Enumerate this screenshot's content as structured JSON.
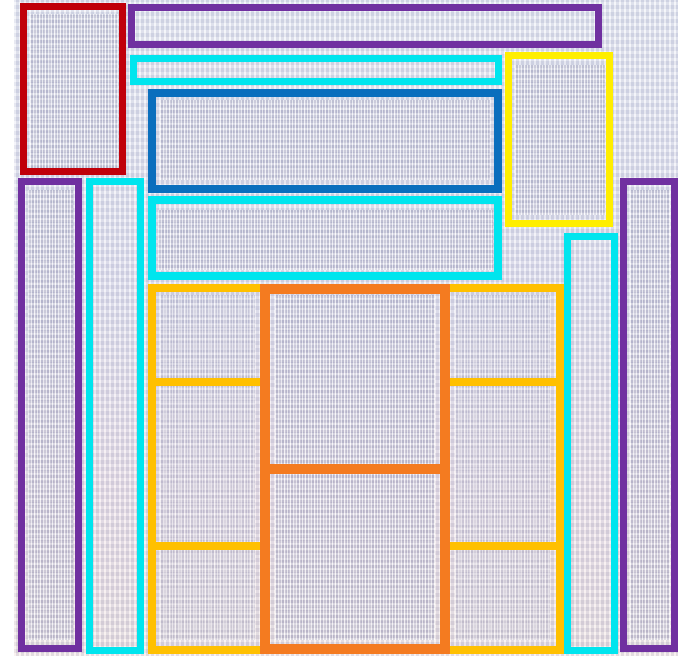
{
  "diagram": {
    "description_visible_text": "",
    "colors": {
      "red": "#c0000a",
      "purple": "#7030a0",
      "cyan": "#00e5ee",
      "blue": "#0a6ebd",
      "yellow": "#ffee00",
      "orange": "#f47b20",
      "amber": "#ffc000"
    },
    "regions": [
      {
        "id": "red-block",
        "color": "red"
      },
      {
        "id": "top-purple-strip",
        "color": "purple"
      },
      {
        "id": "top-cyan-strip",
        "color": "cyan"
      },
      {
        "id": "blue-block",
        "color": "blue"
      },
      {
        "id": "yellow-block",
        "color": "yellow"
      },
      {
        "id": "mid-cyan-block",
        "color": "cyan"
      },
      {
        "id": "left-purple-column",
        "color": "purple"
      },
      {
        "id": "left-cyan-column",
        "color": "cyan"
      },
      {
        "id": "right-cyan-column",
        "color": "cyan"
      },
      {
        "id": "right-purple-column",
        "color": "purple"
      },
      {
        "id": "core-grid-left-top",
        "color": "amber"
      },
      {
        "id": "core-grid-left-mid",
        "color": "amber"
      },
      {
        "id": "core-grid-left-bottom",
        "color": "amber"
      },
      {
        "id": "core-grid-right-top",
        "color": "amber"
      },
      {
        "id": "core-grid-right-mid",
        "color": "amber"
      },
      {
        "id": "core-grid-right-bottom",
        "color": "amber"
      },
      {
        "id": "center-orange-top",
        "color": "orange"
      },
      {
        "id": "center-orange-bottom",
        "color": "orange"
      }
    ]
  }
}
